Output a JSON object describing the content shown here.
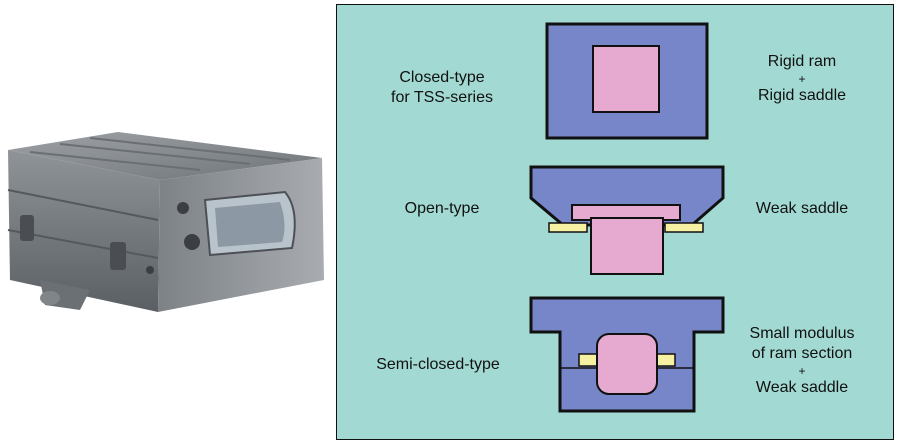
{
  "colors": {
    "panel_bg": "#a2d9d2",
    "ram": "#e6a9cf",
    "saddle": "#7686c8",
    "gib": "#f6f1a2",
    "outline": "#111111"
  },
  "rows": [
    {
      "type_label_lines": [
        "Closed-type",
        "for TSS-series"
      ],
      "property_lines": [
        "Rigid ram",
        "+",
        "Rigid saddle"
      ]
    },
    {
      "type_label_lines": [
        "Open-type"
      ],
      "property_lines": [
        "Weak saddle"
      ]
    },
    {
      "type_label_lines": [
        "Semi-closed-type"
      ],
      "property_lines": [
        "Small modulus",
        "of ram section",
        "+",
        "Weak saddle"
      ]
    }
  ]
}
